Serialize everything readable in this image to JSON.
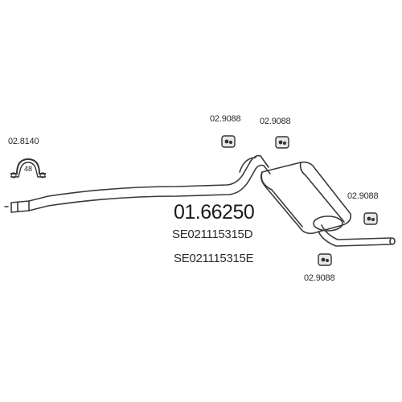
{
  "main_part": {
    "number": "01.66250",
    "oe_numbers": [
      "SE021115315D",
      "SE021115315E"
    ]
  },
  "accessories": [
    {
      "id": "clamp",
      "number": "02.8140",
      "icon": "pipe-clamp-icon",
      "badge": "48"
    },
    {
      "id": "hanger-1",
      "number": "02.9088",
      "icon": "rubber-hanger-icon"
    },
    {
      "id": "hanger-2",
      "number": "02.9088",
      "icon": "rubber-hanger-icon"
    },
    {
      "id": "hanger-3",
      "number": "02.9088",
      "icon": "rubber-hanger-icon"
    },
    {
      "id": "hanger-4",
      "number": "02.9088",
      "icon": "rubber-hanger-icon"
    }
  ],
  "colors": {
    "line": "#3a3a3a",
    "ink": "#222222",
    "background": "#ffffff"
  }
}
